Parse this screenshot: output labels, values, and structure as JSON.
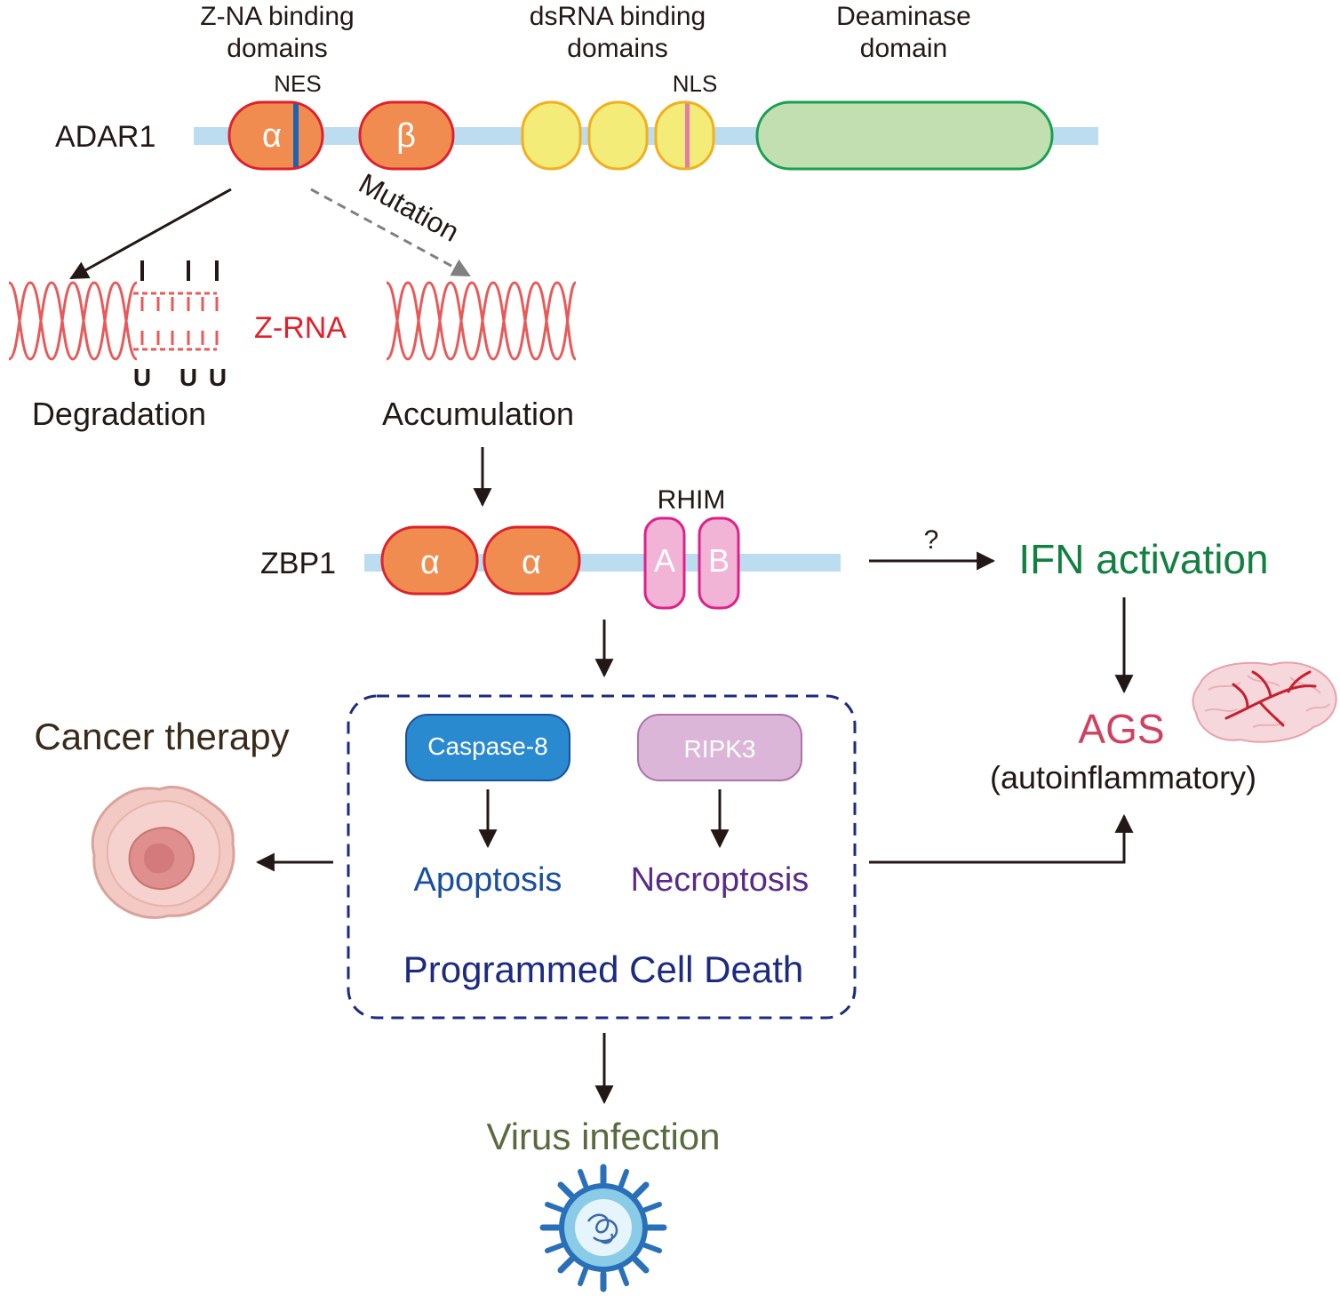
{
  "colors": {
    "backbone": "#bcdcf0",
    "za_fill": "#f08c50",
    "za_stroke": "#e0202a",
    "nes_mark": "#1a63b5",
    "dsrbd_fill": "#f4ec78",
    "dsrbd_stroke": "#f0b020",
    "nls_mark": "#e87aa8",
    "deaminase_fill": "#c2dfb2",
    "deaminase_stroke": "#18a050",
    "rhim_fill": "#f2b4d6",
    "rhim_stroke": "#e0208a",
    "zrna": "#e85a5a",
    "arrow": "#231815",
    "mutation_arrow": "#808080",
    "caspase_fill": "#2a8ad0",
    "ripk3_fill": "#dcb6d8",
    "apoptosis_text": "#1a4fa0",
    "necroptosis_text": "#5a2a88",
    "pcd_text": "#1c2a80",
    "pcd_border": "#1c2a80",
    "ifn_text": "#128040",
    "ags_text": "#d04060",
    "cancer_text": "#3a2a1a",
    "virus_text": "#5a6a40",
    "virus_blue": "#2a70b8",
    "virus_light": "#8acbe8"
  },
  "adar1": {
    "label": "ADAR1",
    "za_header": [
      "Z-NA binding",
      "domains"
    ],
    "dsrbd_header": [
      "dsRNA binding",
      "domains"
    ],
    "deaminase_header": [
      "Deaminase",
      "domain"
    ],
    "nes": "NES",
    "nls": "NLS",
    "alpha": "α",
    "beta": "β"
  },
  "mutation": "Mutation",
  "zrna": {
    "label": "Z-RNA",
    "u_marks": [
      "U",
      "U",
      "U"
    ],
    "degradation": "Degradation",
    "accumulation": "Accumulation"
  },
  "zbp1": {
    "label": "ZBP1",
    "alpha1": "α",
    "alpha2": "α",
    "rhim": "RHIM",
    "rhim_a": "A",
    "rhim_b": "B",
    "question": "?",
    "ifn": "IFN activation"
  },
  "pcd": {
    "caspase": "Caspase-8",
    "ripk3": "RIPK3",
    "apoptosis": "Apoptosis",
    "necroptosis": "Necroptosis",
    "title": "Programmed Cell Death"
  },
  "ags": {
    "title": "AGS",
    "subtitle": "(autoinflammatory)"
  },
  "cancer": "Cancer therapy",
  "virus": "Virus infection"
}
